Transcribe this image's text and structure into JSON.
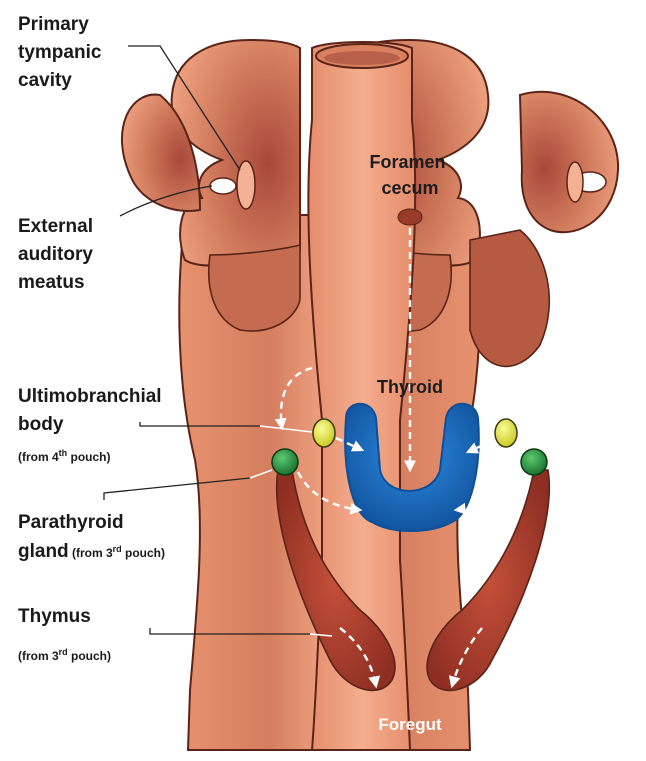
{
  "labels": {
    "primary_tympanic": [
      "Primary",
      "tympanic",
      "cavity"
    ],
    "external_auditory": [
      "External",
      "auditory",
      "meatus"
    ],
    "ultimobranchial": {
      "line1": "Ultimobranchial",
      "line2": "body",
      "note_prefix": "(from 4",
      "note_sup": "th",
      "note_suffix": " pouch)"
    },
    "parathyroid": {
      "line1": "Parathyroid",
      "line2": "gland",
      "note_prefix": " (from 3",
      "note_sup": "rd",
      "note_suffix": " pouch)"
    },
    "thymus": {
      "line1": "Thymus",
      "note_prefix": "(from 3",
      "note_sup": "rd",
      "note_suffix": " pouch)"
    },
    "foramen_cecum": [
      "Foramen",
      "cecum"
    ],
    "thyroid": "Thyroid",
    "foregut": "Foregut"
  },
  "colors": {
    "tissue_light": "#eda07f",
    "tissue_mid": "#e08868",
    "tissue_dark": "#a8483a",
    "outline": "#5a2418",
    "thyroid": "#1b72c9",
    "thyroid_dark": "#0f4f99",
    "thymus": "#b04030",
    "ultimobranchial": "#e6e62a",
    "parathyroid": "#1f8c3a"
  },
  "icons": {
    "arrow": "dashed-white-arrow"
  }
}
